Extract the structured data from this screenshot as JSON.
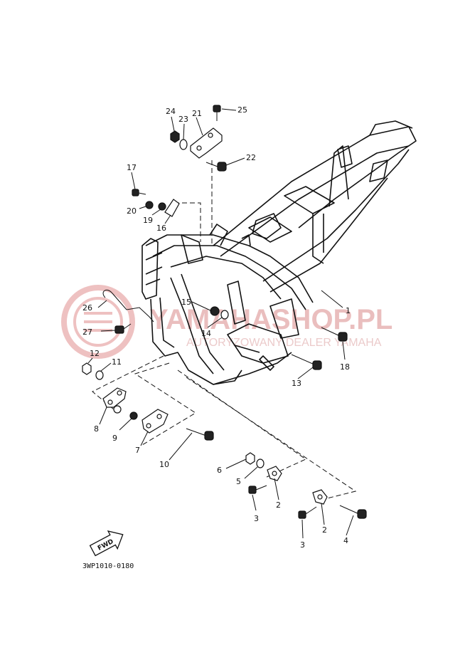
{
  "diagram": {
    "code": "3WP1010-0180",
    "fwd_label": "FWD",
    "callouts": [
      {
        "id": "c1",
        "label": "1"
      },
      {
        "id": "c2a",
        "label": "2"
      },
      {
        "id": "c2b",
        "label": "2"
      },
      {
        "id": "c3a",
        "label": "3"
      },
      {
        "id": "c3b",
        "label": "3"
      },
      {
        "id": "c4",
        "label": "4"
      },
      {
        "id": "c5",
        "label": "5"
      },
      {
        "id": "c6",
        "label": "6"
      },
      {
        "id": "c7",
        "label": "7"
      },
      {
        "id": "c8",
        "label": "8"
      },
      {
        "id": "c9",
        "label": "9"
      },
      {
        "id": "c10",
        "label": "10"
      },
      {
        "id": "c11",
        "label": "11"
      },
      {
        "id": "c12",
        "label": "12"
      },
      {
        "id": "c13",
        "label": "13"
      },
      {
        "id": "c14",
        "label": "14"
      },
      {
        "id": "c15",
        "label": "15"
      },
      {
        "id": "c16",
        "label": "16"
      },
      {
        "id": "c17",
        "label": "17"
      },
      {
        "id": "c18",
        "label": "18"
      },
      {
        "id": "c19",
        "label": "19"
      },
      {
        "id": "c20",
        "label": "20"
      },
      {
        "id": "c21",
        "label": "21"
      },
      {
        "id": "c22",
        "label": "22"
      },
      {
        "id": "c23",
        "label": "23"
      },
      {
        "id": "c24",
        "label": "24"
      },
      {
        "id": "c25",
        "label": "25"
      },
      {
        "id": "c26",
        "label": "26"
      },
      {
        "id": "c27",
        "label": "27"
      }
    ]
  },
  "watermark": {
    "brand": "YAMAHASHOP.PL",
    "sub": "AUTORYZOWANY DEALER YAMAHA"
  },
  "colors": {
    "ink": "#111111",
    "watermark": "#e7b3b3"
  }
}
